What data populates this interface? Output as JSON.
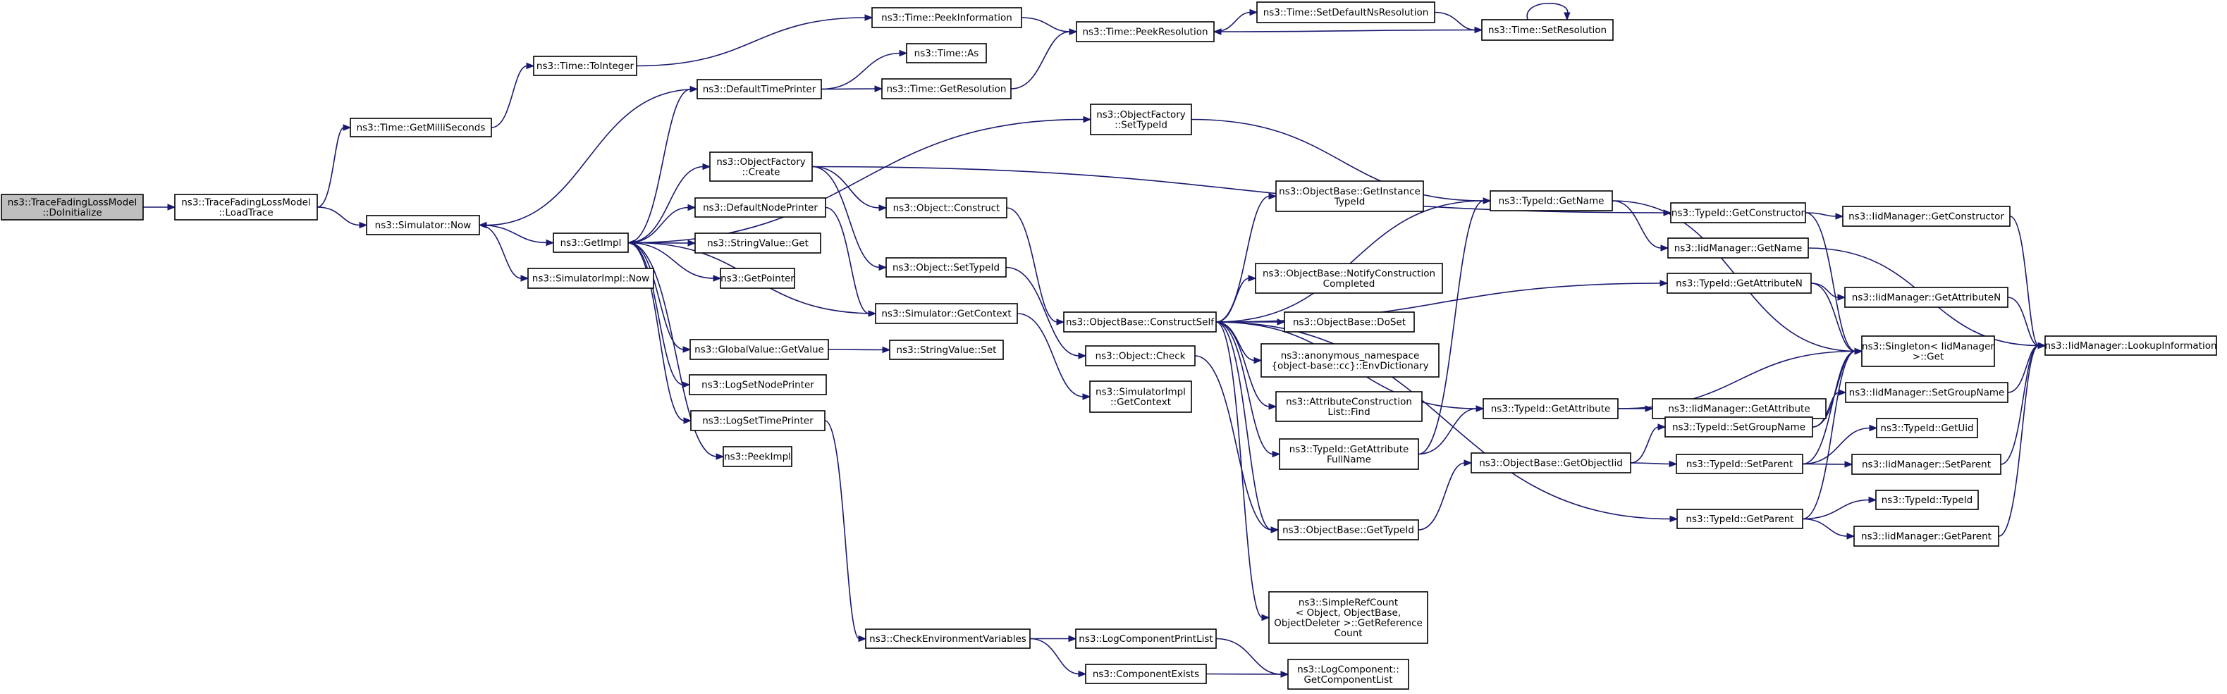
{
  "graph": {
    "root": "n0",
    "nodes": [
      {
        "id": "n0",
        "lines": [
          "ns3::TraceFadingLossModel",
          "::DoInitialize"
        ]
      },
      {
        "id": "n1",
        "lines": [
          "ns3::TraceFadingLossModel",
          "::LoadTrace"
        ]
      },
      {
        "id": "n2",
        "lines": [
          "ns3::Time::GetMilliSeconds"
        ]
      },
      {
        "id": "n3",
        "lines": [
          "ns3::Simulator::Now"
        ]
      },
      {
        "id": "n4",
        "lines": [
          "ns3::Time::ToInteger"
        ]
      },
      {
        "id": "n5",
        "lines": [
          "ns3::Time::PeekInformation"
        ]
      },
      {
        "id": "n6",
        "lines": [
          "ns3::Time::PeekResolution"
        ]
      },
      {
        "id": "n7",
        "lines": [
          "ns3::Time::SetDefaultNsResolution"
        ]
      },
      {
        "id": "n8",
        "lines": [
          "ns3::Time::SetResolution"
        ]
      },
      {
        "id": "n9",
        "lines": [
          "ns3::GetImpl"
        ]
      },
      {
        "id": "n10",
        "lines": [
          "ns3::SimulatorImpl::Now"
        ]
      },
      {
        "id": "n11",
        "lines": [
          "ns3::DefaultTimePrinter"
        ]
      },
      {
        "id": "n12",
        "lines": [
          "ns3::Time::As"
        ]
      },
      {
        "id": "n13",
        "lines": [
          "ns3::Time::GetResolution"
        ]
      },
      {
        "id": "n14",
        "lines": [
          "ns3::ObjectFactory",
          "::Create"
        ]
      },
      {
        "id": "n15",
        "lines": [
          "ns3::ObjectFactory",
          "::SetTypeId"
        ]
      },
      {
        "id": "n16",
        "lines": [
          "ns3::DefaultNodePrinter"
        ]
      },
      {
        "id": "n17",
        "lines": [
          "ns3::StringValue::Get"
        ]
      },
      {
        "id": "n18",
        "lines": [
          "ns3::GetPointer"
        ]
      },
      {
        "id": "n19",
        "lines": [
          "ns3::GlobalValue::GetValue"
        ]
      },
      {
        "id": "n20",
        "lines": [
          "ns3::LogSetNodePrinter"
        ]
      },
      {
        "id": "n21",
        "lines": [
          "ns3::LogSetTimePrinter"
        ]
      },
      {
        "id": "n22",
        "lines": [
          "ns3::PeekImpl"
        ]
      },
      {
        "id": "n23",
        "lines": [
          "ns3::Object::Construct"
        ]
      },
      {
        "id": "n24",
        "lines": [
          "ns3::Object::SetTypeId"
        ]
      },
      {
        "id": "n25",
        "lines": [
          "ns3::Simulator::GetContext"
        ]
      },
      {
        "id": "n26",
        "lines": [
          "ns3::StringValue::Set"
        ]
      },
      {
        "id": "n27",
        "lines": [
          "ns3::SimulatorImpl",
          "::GetContext"
        ]
      },
      {
        "id": "n28",
        "lines": [
          "ns3::Object::Check"
        ]
      },
      {
        "id": "n29",
        "lines": [
          "ns3::ObjectBase::ConstructSelf"
        ]
      },
      {
        "id": "n30",
        "lines": [
          "ns3::ObjectBase::GetInstance",
          "TypeId"
        ]
      },
      {
        "id": "n31",
        "lines": [
          "ns3::ObjectBase::NotifyConstruction",
          "Completed"
        ]
      },
      {
        "id": "n32",
        "lines": [
          "ns3::ObjectBase::DoSet"
        ]
      },
      {
        "id": "n33",
        "lines": [
          "ns3::anonymous_namespace",
          "{object-base::cc}::EnvDictionary"
        ]
      },
      {
        "id": "n34",
        "lines": [
          "ns3::AttributeConstruction",
          "List::Find"
        ]
      },
      {
        "id": "n35",
        "lines": [
          "ns3::TypeId::GetAttribute",
          "FullName"
        ]
      },
      {
        "id": "n36",
        "lines": [
          "ns3::ObjectBase::GetTypeId"
        ]
      },
      {
        "id": "n37",
        "lines": [
          "ns3::SimpleRefCount",
          "< Object, ObjectBase,",
          "ObjectDeleter >::GetReference",
          "Count"
        ]
      },
      {
        "id": "n38",
        "lines": [
          "ns3::CheckEnvironmentVariables"
        ]
      },
      {
        "id": "n39",
        "lines": [
          "ns3::LogComponentPrintList"
        ]
      },
      {
        "id": "n40",
        "lines": [
          "ns3::ComponentExists"
        ]
      },
      {
        "id": "n41",
        "lines": [
          "ns3::LogComponent::",
          "GetComponentList"
        ]
      },
      {
        "id": "n42",
        "lines": [
          "ns3::TypeId::GetName"
        ]
      },
      {
        "id": "n43",
        "lines": [
          "ns3::TypeId::GetAttribute"
        ]
      },
      {
        "id": "n44",
        "lines": [
          "ns3::ObjectBase::GetObjectIid"
        ]
      },
      {
        "id": "n45",
        "lines": [
          "ns3::TypeId::GetConstructor"
        ]
      },
      {
        "id": "n46",
        "lines": [
          "ns3::IidManager::GetName"
        ]
      },
      {
        "id": "n47",
        "lines": [
          "ns3::TypeId::GetAttributeN"
        ]
      },
      {
        "id": "n48",
        "lines": [
          "ns3::IidManager::GetAttribute"
        ]
      },
      {
        "id": "n49",
        "lines": [
          "ns3::TypeId::SetGroupName"
        ]
      },
      {
        "id": "n50",
        "lines": [
          "ns3::TypeId::SetParent"
        ]
      },
      {
        "id": "n51",
        "lines": [
          "ns3::TypeId::GetParent"
        ]
      },
      {
        "id": "n52",
        "lines": [
          "ns3::IidManager::GetConstructor"
        ]
      },
      {
        "id": "n53",
        "lines": [
          "ns3::IidManager::GetAttributeN"
        ]
      },
      {
        "id": "n54",
        "lines": [
          "ns3::Singleton< IidManager",
          ">::Get"
        ]
      },
      {
        "id": "n55",
        "lines": [
          "ns3::IidManager::SetGroupName"
        ]
      },
      {
        "id": "n56",
        "lines": [
          "ns3::TypeId::GetUid"
        ]
      },
      {
        "id": "n57",
        "lines": [
          "ns3::IidManager::SetParent"
        ]
      },
      {
        "id": "n58",
        "lines": [
          "ns3::TypeId::TypeId"
        ]
      },
      {
        "id": "n59",
        "lines": [
          "ns3::IidManager::GetParent"
        ]
      },
      {
        "id": "n60",
        "lines": [
          "ns3::IidManager::LookupInformation"
        ]
      }
    ],
    "edges": [
      [
        "n0",
        "n1"
      ],
      [
        "n1",
        "n2"
      ],
      [
        "n1",
        "n3"
      ],
      [
        "n2",
        "n4"
      ],
      [
        "n4",
        "n5"
      ],
      [
        "n5",
        "n6"
      ],
      [
        "n6",
        "n7"
      ],
      [
        "n7",
        "n8"
      ],
      [
        "n8",
        "n6"
      ],
      [
        "n8",
        "n8"
      ],
      [
        "n3",
        "n9"
      ],
      [
        "n3",
        "n10"
      ],
      [
        "n9",
        "n11"
      ],
      [
        "n11",
        "n3"
      ],
      [
        "n11",
        "n12"
      ],
      [
        "n11",
        "n13"
      ],
      [
        "n13",
        "n6"
      ],
      [
        "n9",
        "n15"
      ],
      [
        "n15",
        "n42"
      ],
      [
        "n9",
        "n14"
      ],
      [
        "n14",
        "n23"
      ],
      [
        "n14",
        "n24"
      ],
      [
        "n14",
        "n45"
      ],
      [
        "n9",
        "n16"
      ],
      [
        "n16",
        "n25"
      ],
      [
        "n9",
        "n17"
      ],
      [
        "n9",
        "n18"
      ],
      [
        "n25",
        "n9"
      ],
      [
        "n25",
        "n27"
      ],
      [
        "n9",
        "n19"
      ],
      [
        "n19",
        "n26"
      ],
      [
        "n9",
        "n20"
      ],
      [
        "n9",
        "n21"
      ],
      [
        "n21",
        "n38"
      ],
      [
        "n9",
        "n22"
      ],
      [
        "n23",
        "n29"
      ],
      [
        "n24",
        "n28"
      ],
      [
        "n28",
        "n36"
      ],
      [
        "n29",
        "n42"
      ],
      [
        "n29",
        "n30"
      ],
      [
        "n29",
        "n31"
      ],
      [
        "n29",
        "n32"
      ],
      [
        "n29",
        "n33"
      ],
      [
        "n29",
        "n34"
      ],
      [
        "n29",
        "n35"
      ],
      [
        "n29",
        "n36"
      ],
      [
        "n29",
        "n37"
      ],
      [
        "n29",
        "n47"
      ],
      [
        "n29",
        "n43"
      ],
      [
        "n29",
        "n51"
      ],
      [
        "n35",
        "n42"
      ],
      [
        "n35",
        "n43"
      ],
      [
        "n36",
        "n44"
      ],
      [
        "n44",
        "n49"
      ],
      [
        "n44",
        "n50"
      ],
      [
        "n38",
        "n39"
      ],
      [
        "n38",
        "n40"
      ],
      [
        "n39",
        "n41"
      ],
      [
        "n40",
        "n41"
      ],
      [
        "n42",
        "n46"
      ],
      [
        "n42",
        "n54"
      ],
      [
        "n43",
        "n48"
      ],
      [
        "n43",
        "n54"
      ],
      [
        "n45",
        "n52"
      ],
      [
        "n45",
        "n54"
      ],
      [
        "n46",
        "n60"
      ],
      [
        "n47",
        "n53"
      ],
      [
        "n47",
        "n54"
      ],
      [
        "n49",
        "n55"
      ],
      [
        "n49",
        "n54"
      ],
      [
        "n50",
        "n56"
      ],
      [
        "n50",
        "n57"
      ],
      [
        "n50",
        "n54"
      ],
      [
        "n51",
        "n58"
      ],
      [
        "n51",
        "n59"
      ],
      [
        "n51",
        "n54"
      ],
      [
        "n52",
        "n60"
      ],
      [
        "n53",
        "n60"
      ],
      [
        "n55",
        "n60"
      ],
      [
        "n57",
        "n60"
      ],
      [
        "n59",
        "n60"
      ]
    ]
  }
}
